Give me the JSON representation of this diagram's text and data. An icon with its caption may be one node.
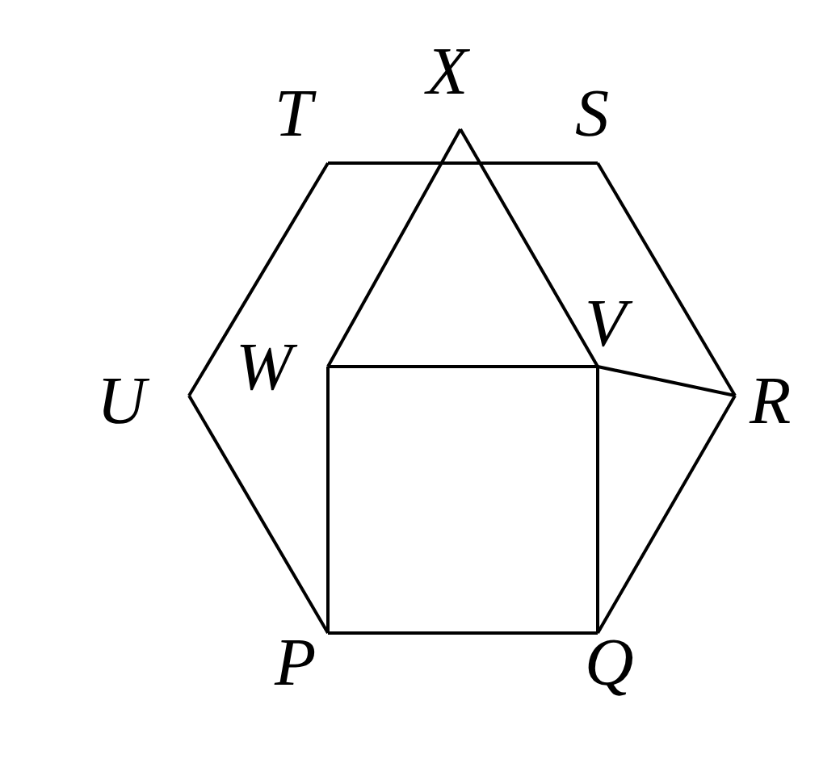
{
  "diagram": {
    "nodes": [
      {
        "text": [
          "X"
        ]
      },
      {
        "text": [
          "T"
        ]
      },
      {
        "text": [
          "S"
        ]
      },
      {
        "text": [
          "W"
        ]
      },
      {
        "text": [
          "V"
        ]
      },
      {
        "text": [
          "U"
        ]
      },
      {
        "text": [
          "R"
        ]
      },
      {
        "text": [
          "P"
        ]
      },
      {
        "text": [
          "Q"
        ]
      }
    ],
    "edges": [
      {
        "from": 7,
        "to": 8,
        "arrow": "none"
      },
      {
        "from": 8,
        "to": 6,
        "arrow": "none"
      },
      {
        "from": 6,
        "to": 2,
        "arrow": "none"
      },
      {
        "from": 2,
        "to": 1,
        "arrow": "none"
      },
      {
        "from": 1,
        "to": 5,
        "arrow": "none"
      },
      {
        "from": 5,
        "to": 7,
        "arrow": "none"
      },
      {
        "from": 7,
        "to": 3,
        "arrow": "none"
      },
      {
        "from": 3,
        "to": 4,
        "arrow": "none"
      },
      {
        "from": 4,
        "to": 8,
        "arrow": "none"
      },
      {
        "from": 3,
        "to": 0,
        "arrow": "none"
      },
      {
        "from": 0,
        "to": 4,
        "arrow": "none"
      },
      {
        "from": 4,
        "to": 6,
        "arrow": "none"
      }
    ]
  }
}
